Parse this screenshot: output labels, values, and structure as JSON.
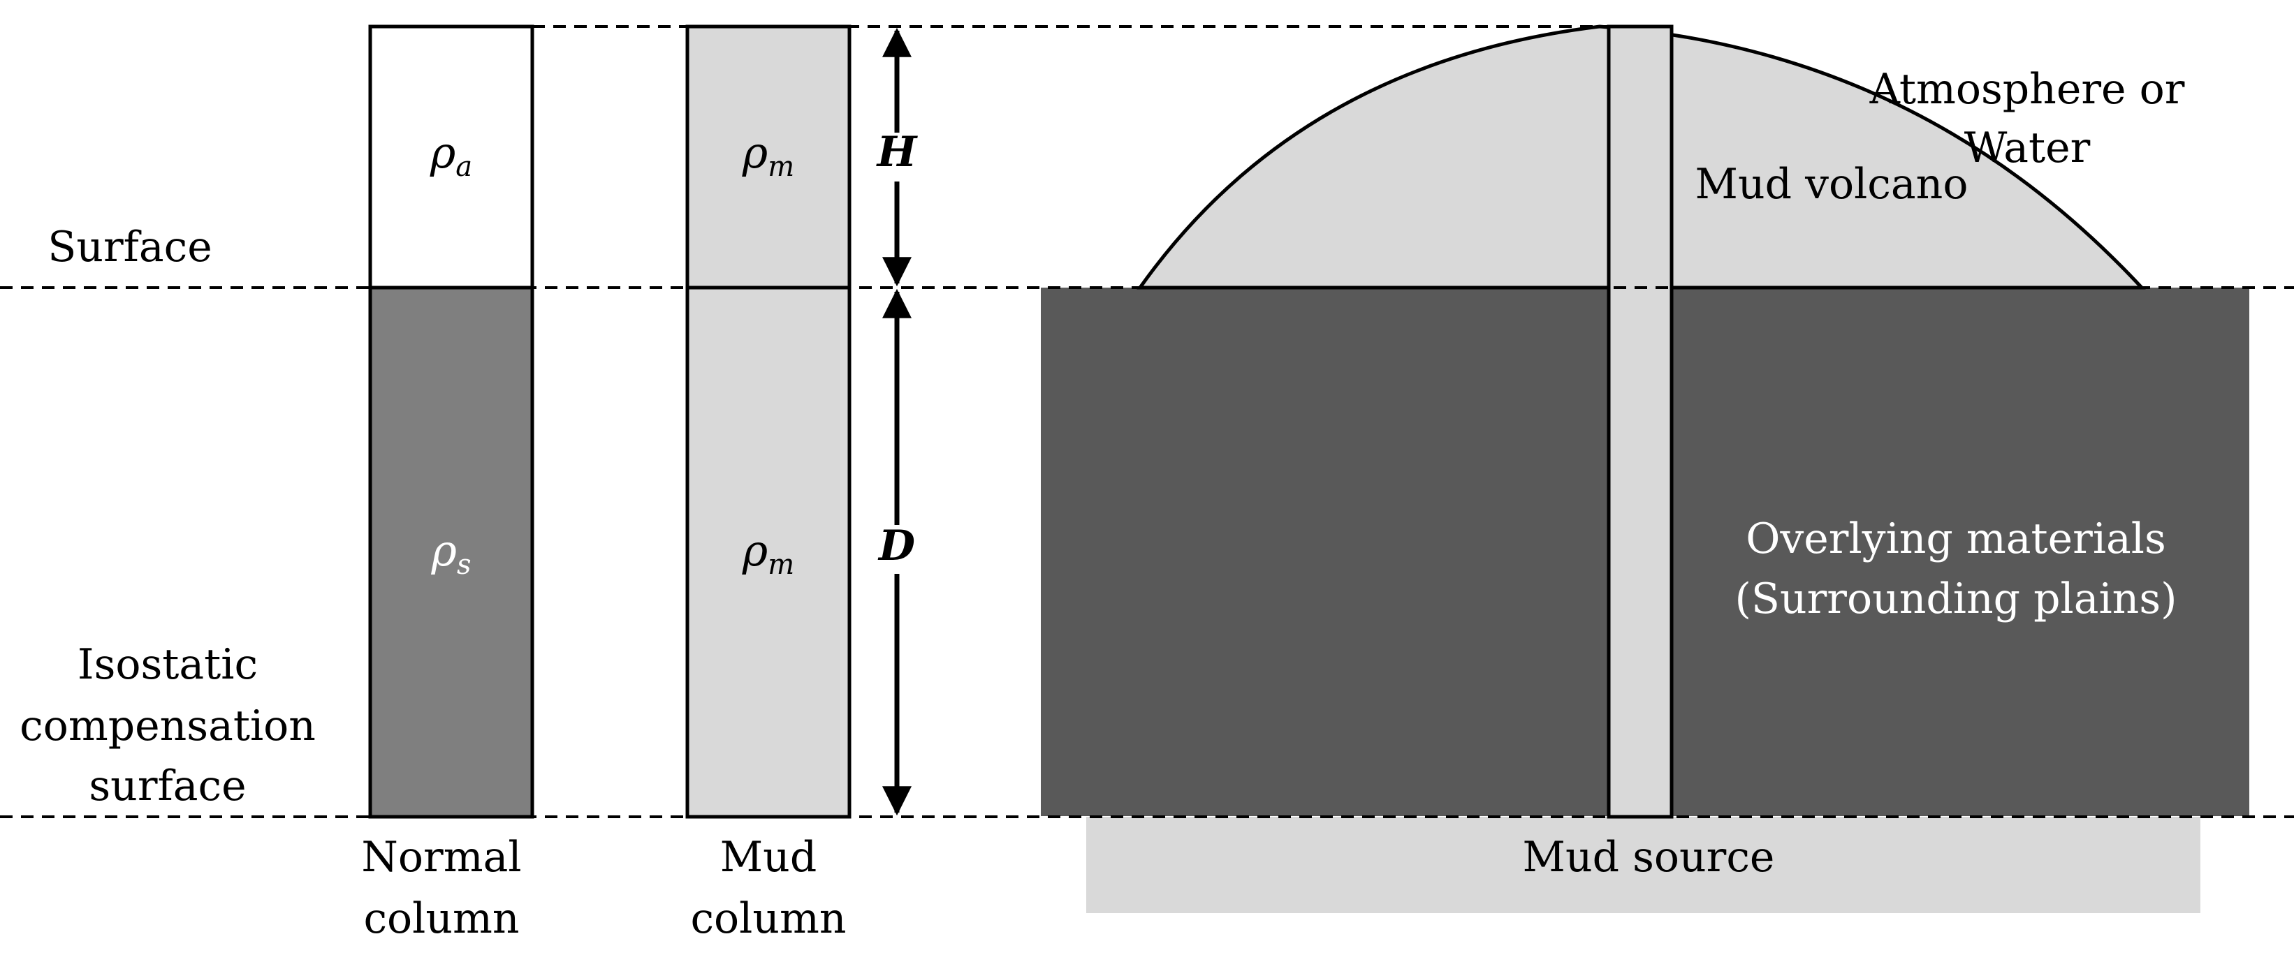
{
  "labels": {
    "surface": "Surface",
    "isostatic_line1": "Isostatic",
    "isostatic_line2": "compensation",
    "isostatic_line3": "surface",
    "normal_col_line1": "Normal",
    "normal_col_line2": "column",
    "mud_col_line1": "Mud",
    "mud_col_line2": "column",
    "atmosphere_line1": "Atmosphere or",
    "atmosphere_line2": "Water",
    "mud_volcano": "Mud volcano",
    "overlying_line1": "Overlying materials",
    "overlying_line2": "(Surrounding plains)",
    "mud_source": "Mud source",
    "height_symbol": "H",
    "depth_symbol": "D"
  },
  "densities": {
    "normal_top": {
      "symbol": "ρ",
      "subscript": "a"
    },
    "normal_bottom": {
      "symbol": "ρ",
      "subscript": "s"
    },
    "mud_top": {
      "symbol": "ρ",
      "subscript": "m"
    },
    "mud_bottom": {
      "symbol": "ρ",
      "subscript": "m"
    }
  },
  "colors": {
    "white": "#ffffff",
    "light_gray": "#d9d9d9",
    "medium_gray": "#7f7f7f",
    "dark_gray": "#595959",
    "black": "#000000"
  }
}
